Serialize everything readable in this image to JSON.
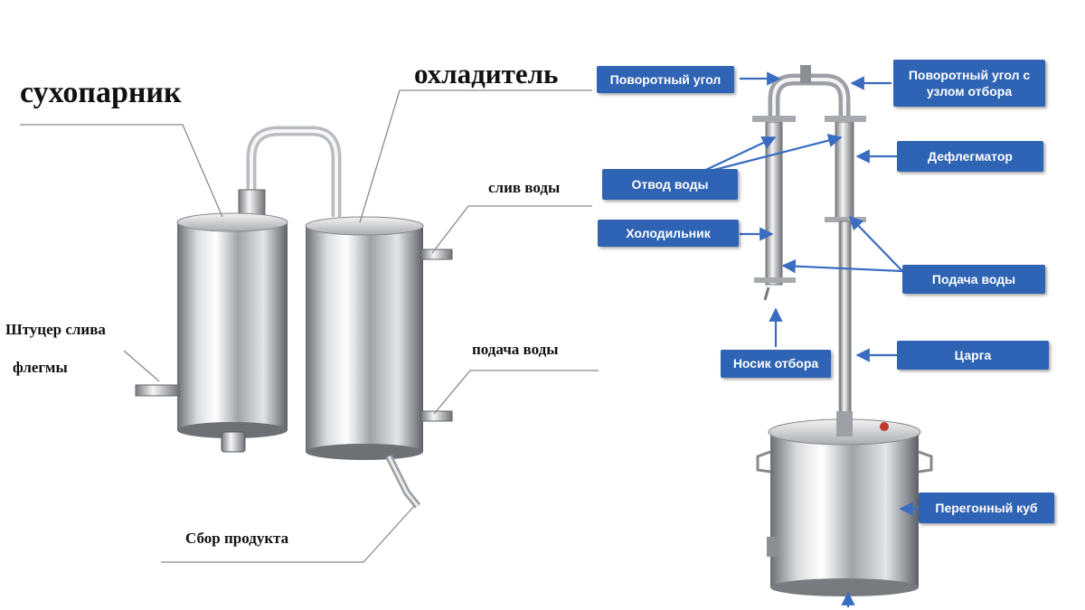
{
  "left": {
    "labels": {
      "dryer": "сухопарник",
      "cooler": "охладитель",
      "water_out": "слив воды",
      "water_in": "подача воды",
      "phlegm_fitting": "Штуцер слива",
      "phlegm_fitting_2": "флегмы",
      "product_collect": "Сбор продукта"
    }
  },
  "right": {
    "labels": {
      "turn_elbow": "Поворотный угол",
      "turn_elbow_takeoff": "Поворотный угол с узлом отбора",
      "dephlegmator": "Дефлегматор",
      "water_drain": "Отвод воды",
      "condenser": "Холодильник",
      "water_supply": "Подача воды",
      "takeoff_spout": "Носик отбора",
      "column": "Царга",
      "still": "Перегонный куб"
    }
  },
  "colors": {
    "label_box": "#2f63b4",
    "arrow": "#3a6cc0",
    "leader_line": "#8a8a8a",
    "steel_light": "#eef0f2",
    "steel_dark": "#6b6f74"
  }
}
